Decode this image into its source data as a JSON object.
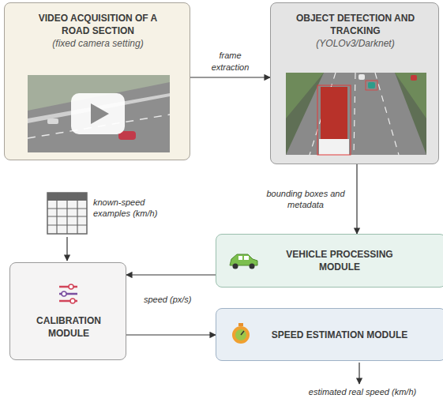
{
  "diagram": {
    "nodes": [
      {
        "text": [
          "VIDEO ACQUISITION OF A ROAD SECTION",
          "(fixed camera setting)"
        ]
      },
      {
        "text": [
          "OBJECT DETECTION AND TRACKING",
          "(YOLOv3/Darknet)"
        ]
      },
      {
        "text": [
          "VEHICLE PROCESSING MODULE"
        ]
      },
      {
        "text": [
          "CALIBRATION MODULE"
        ]
      },
      {
        "text": [
          "SPEED ESTIMATION MODULE"
        ]
      }
    ],
    "edges": [
      {
        "from": 0,
        "to": 1,
        "label": "frame extraction",
        "arrow": "to"
      },
      {
        "from": 1,
        "to": 2,
        "label": "bounding boxes and metadata",
        "arrow": "to"
      },
      {
        "from": 2,
        "to": 3,
        "label": "speed (px/s)",
        "arrow": "to"
      },
      {
        "from": 3,
        "to": 4,
        "arrow": "to"
      }
    ],
    "labels": [
      "known-speed examples (km/h)",
      "estimated real speed (km/h)"
    ]
  }
}
